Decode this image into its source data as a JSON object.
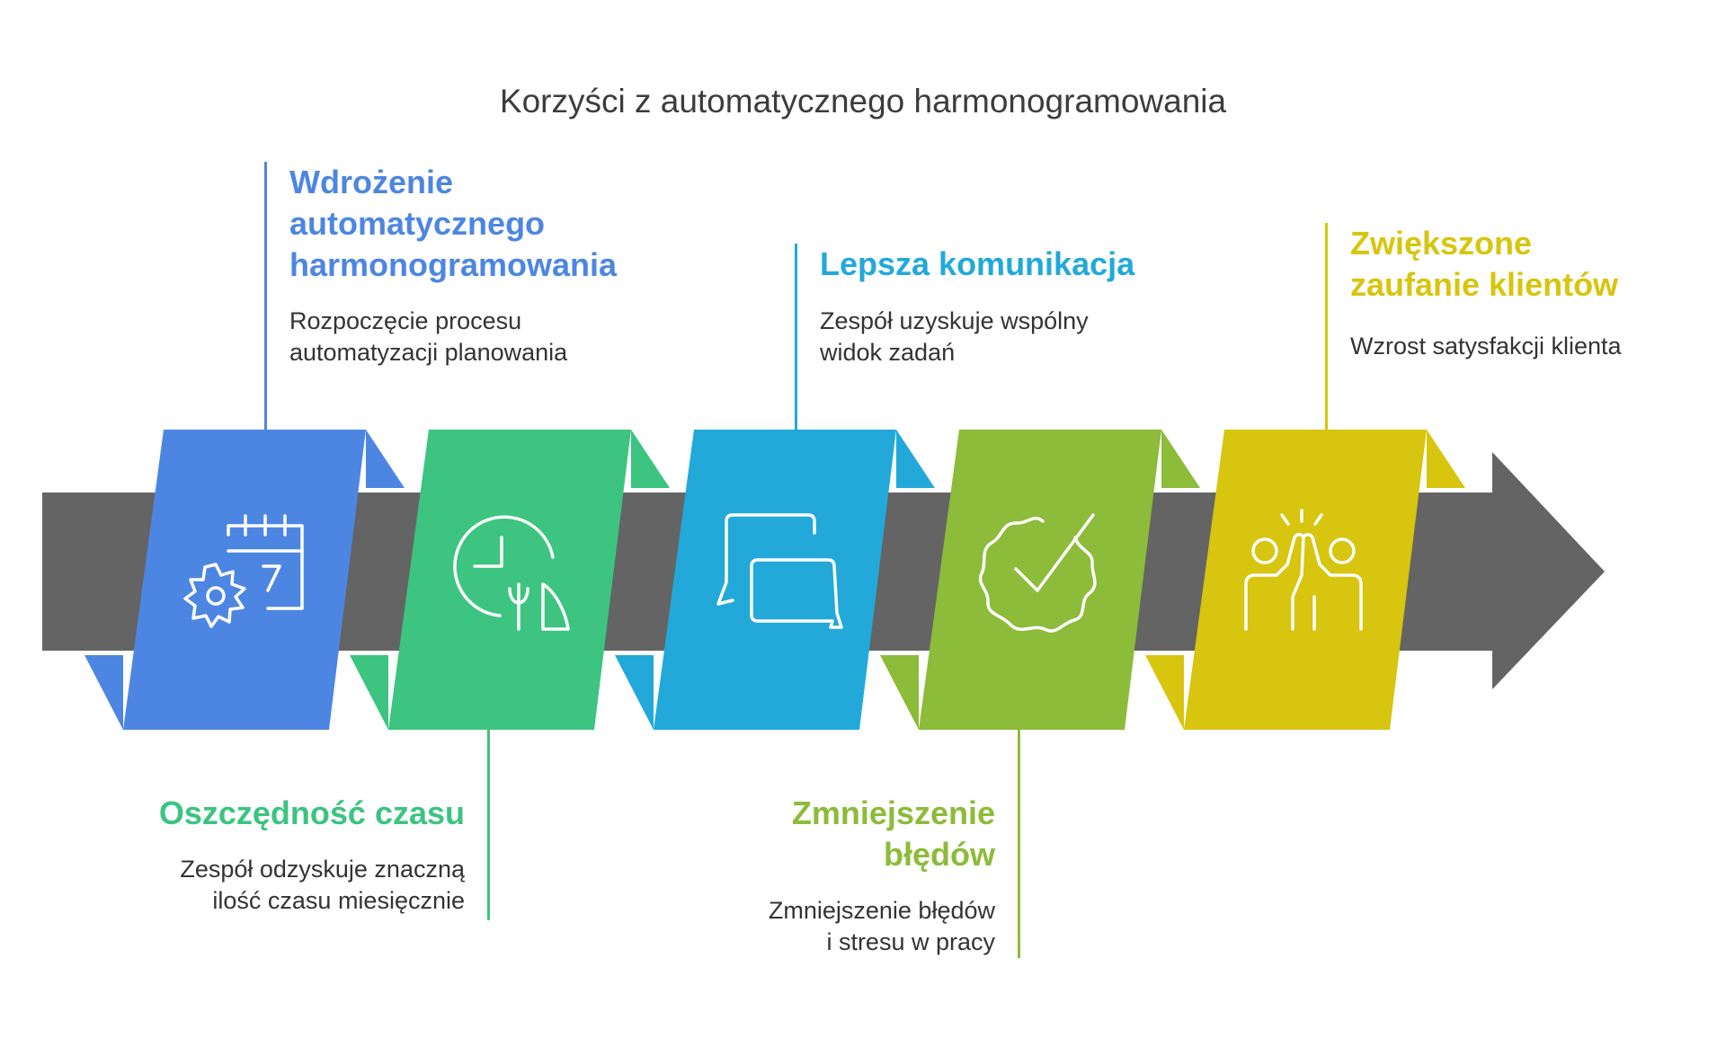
{
  "title": "Korzyści z automatycznego harmonogramowania",
  "colors": {
    "arrow": "#646464",
    "step1": "#4d86e2",
    "step2": "#3cc480",
    "step3": "#22a9da",
    "step4": "#8dbb3a",
    "step5": "#d7c50f"
  },
  "steps": [
    {
      "heading": [
        "Wdrożenie",
        "automatycznego",
        "harmonogramowania"
      ],
      "description": [
        "Rozpoczęcie procesu",
        "automatyzacji planowania"
      ],
      "icon": "calendar-gear-icon"
    },
    {
      "heading": [
        "Oszczędność czasu"
      ],
      "description": [
        "Zespół odzyskuje znaczną",
        "ilość czasu miesięcznie"
      ],
      "icon": "clock-plant-icon"
    },
    {
      "heading": [
        "Lepsza komunikacja"
      ],
      "description": [
        "Zespół uzyskuje wspólny",
        "widok zadań"
      ],
      "icon": "chat-bubbles-icon"
    },
    {
      "heading": [
        "Zmniejszenie",
        "błędów"
      ],
      "description": [
        "Zmniejszenie błędów",
        "i stresu w pracy"
      ],
      "icon": "check-badge-icon"
    },
    {
      "heading": [
        "Zwiększone",
        "zaufanie klientów"
      ],
      "description": [
        "Wzrost satysfakcji klienta"
      ],
      "icon": "high-five-icon"
    }
  ]
}
